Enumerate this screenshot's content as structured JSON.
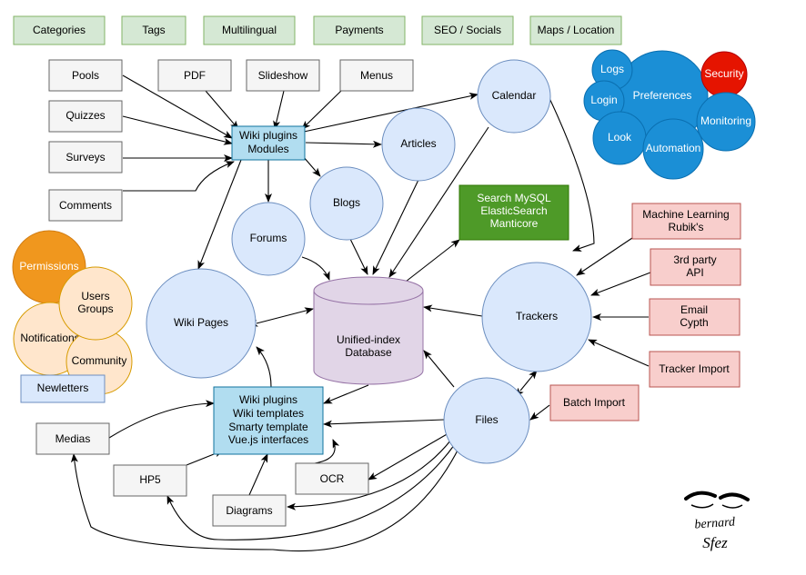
{
  "colors": {
    "green_fill": "#d5e8d4",
    "green_stroke": "#82b366",
    "grey_fill": "#f5f5f5",
    "grey_stroke": "#666666",
    "teal_fill": "#b1ddf0",
    "teal_stroke": "#10739e",
    "blue_fill": "#dae8fc",
    "blue_stroke": "#6c8ebf",
    "darkgreen_fill": "#4e9a28",
    "darkgreen_stroke": "#2d7600",
    "pink_fill": "#f8cecc",
    "pink_stroke": "#b85450",
    "purple_fill": "#e1d5e7",
    "purple_stroke": "#9673a6",
    "orange_fill": "#f0971e",
    "orange_stroke": "#d07b10",
    "peach_fill": "#ffe6cc",
    "peach_stroke": "#d79b00",
    "vivid_blue": "#1b8fd6",
    "vivid_blue_stroke": "#0a6fb0",
    "red": "#e51400",
    "red_stroke": "#b20000"
  },
  "top_tags": [
    "Categories",
    "Tags",
    "Multilingual",
    "Payments",
    "SEO / Socials",
    "Maps / Location"
  ],
  "nodes": {
    "pools": "Pools",
    "pdf": "PDF",
    "slideshow": "Slideshow",
    "menus": "Menus",
    "quizzes": "Quizzes",
    "surveys": "Surveys",
    "comments": "Comments",
    "wiki_plugins_modules": [
      "Wiki plugins",
      "Modules"
    ],
    "calendar": "Calendar",
    "articles": "Articles",
    "blogs": "Blogs",
    "forums": "Forums",
    "search": [
      "Search MySQL",
      "ElasticSearch",
      "Manticore"
    ],
    "database": [
      "Unified-index",
      "Database"
    ],
    "wiki_pages": "Wiki Pages",
    "trackers": "Trackers",
    "files": "Files",
    "wiki_templates": [
      "Wiki plugins",
      "Wiki templates",
      "Smarty template",
      "Vue.js interfaces"
    ],
    "medias": "Medias",
    "hp5": "HP5",
    "ocr": "OCR",
    "diagrams": "Diagrams",
    "batch_import": "Batch Import",
    "ml": [
      "Machine Learning",
      "Rubik's"
    ],
    "third_party": [
      "3rd party",
      "API"
    ],
    "email": [
      "Email",
      "Cypth"
    ],
    "tracker_import": "Tracker Import"
  },
  "community_cluster": {
    "permissions": "Permissions",
    "users_groups": [
      "Users",
      "Groups"
    ],
    "notifications": "Notifications",
    "community": "Community",
    "newsletters": "Newletters"
  },
  "admin_cluster": {
    "logs": "Logs",
    "login": "Login",
    "preferences": "Preferences",
    "security": "Security",
    "look": "Look",
    "automation": "Automation",
    "monitoring": "Monitoring"
  },
  "signature": [
    "bernard",
    "Sfez"
  ]
}
